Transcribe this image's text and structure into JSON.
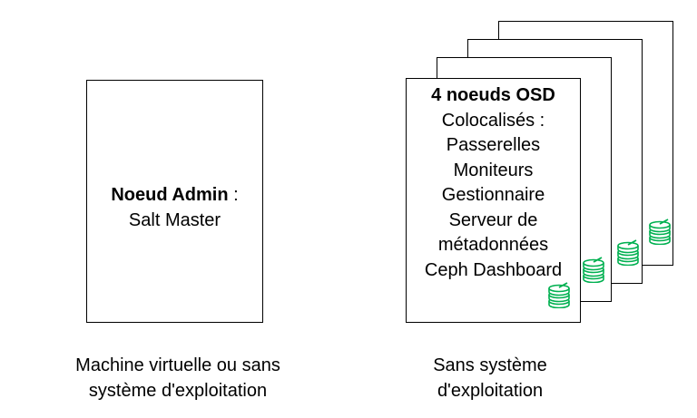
{
  "admin_node": {
    "title": "Noeud Admin",
    "title_suffix": " :",
    "role": "Salt Master",
    "caption_line1": "Machine virtuelle ou sans",
    "caption_line2": "système d'exploitation"
  },
  "osd_nodes": {
    "title": "4 noeuds OSD",
    "lines": [
      "Colocalisés :",
      "Passerelles",
      "Moniteurs",
      "Gestionnaire",
      "Serveur de",
      "métadonnées",
      "Ceph Dashboard"
    ],
    "caption_line1": "Sans système",
    "caption_line2": "d'exploitation"
  },
  "colors": {
    "disk": "#00b050",
    "border": "#000000"
  },
  "icons": [
    "disk-stack-icon"
  ]
}
